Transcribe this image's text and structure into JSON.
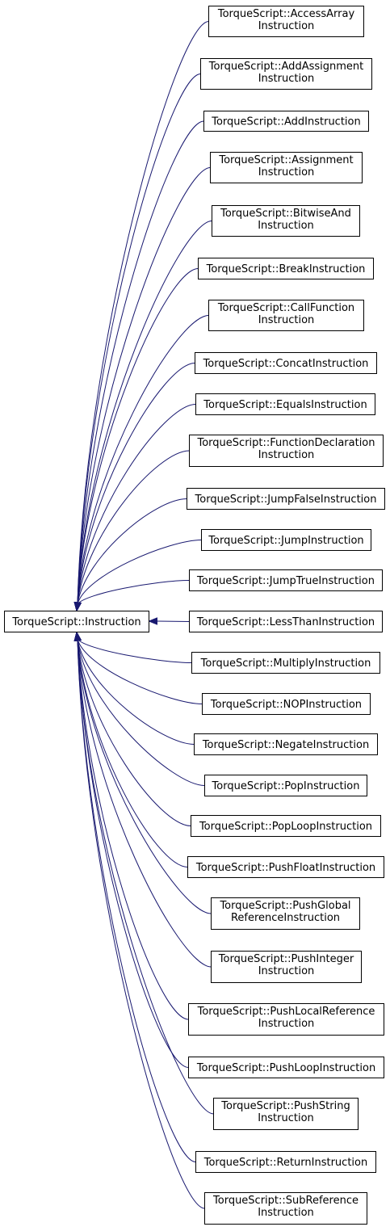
{
  "diagram": {
    "base": {
      "label": "TorqueScript::Instruction"
    },
    "derived": [
      {
        "lines": [
          "TorqueScript::AccessArray",
          "Instruction"
        ]
      },
      {
        "lines": [
          "TorqueScript::AddAssignment",
          "Instruction"
        ]
      },
      {
        "lines": [
          "TorqueScript::AddInstruction"
        ]
      },
      {
        "lines": [
          "TorqueScript::Assignment",
          "Instruction"
        ]
      },
      {
        "lines": [
          "TorqueScript::BitwiseAnd",
          "Instruction"
        ]
      },
      {
        "lines": [
          "TorqueScript::BreakInstruction"
        ]
      },
      {
        "lines": [
          "TorqueScript::CallFunction",
          "Instruction"
        ]
      },
      {
        "lines": [
          "TorqueScript::ConcatInstruction"
        ]
      },
      {
        "lines": [
          "TorqueScript::EqualsInstruction"
        ]
      },
      {
        "lines": [
          "TorqueScript::FunctionDeclaration",
          "Instruction"
        ]
      },
      {
        "lines": [
          "TorqueScript::JumpFalseInstruction"
        ]
      },
      {
        "lines": [
          "TorqueScript::JumpInstruction"
        ]
      },
      {
        "lines": [
          "TorqueScript::JumpTrueInstruction"
        ]
      },
      {
        "lines": [
          "TorqueScript::LessThanInstruction"
        ]
      },
      {
        "lines": [
          "TorqueScript::MultiplyInstruction"
        ]
      },
      {
        "lines": [
          "TorqueScript::NOPInstruction"
        ]
      },
      {
        "lines": [
          "TorqueScript::NegateInstruction"
        ]
      },
      {
        "lines": [
          "TorqueScript::PopInstruction"
        ]
      },
      {
        "lines": [
          "TorqueScript::PopLoopInstruction"
        ]
      },
      {
        "lines": [
          "TorqueScript::PushFloatInstruction"
        ]
      },
      {
        "lines": [
          "TorqueScript::PushGlobal",
          "ReferenceInstruction"
        ]
      },
      {
        "lines": [
          "TorqueScript::PushInteger",
          "Instruction"
        ]
      },
      {
        "lines": [
          "TorqueScript::PushLocalReference",
          "Instruction"
        ]
      },
      {
        "lines": [
          "TorqueScript::PushLoopInstruction"
        ]
      },
      {
        "lines": [
          "TorqueScript::PushString",
          "Instruction"
        ]
      },
      {
        "lines": [
          "TorqueScript::ReturnInstruction"
        ]
      },
      {
        "lines": [
          "TorqueScript::SubReference",
          "Instruction"
        ]
      }
    ]
  },
  "colors": {
    "edge": "#191970",
    "node_border": "#000000",
    "node_fill": "#ffffff",
    "text": "#000000"
  }
}
